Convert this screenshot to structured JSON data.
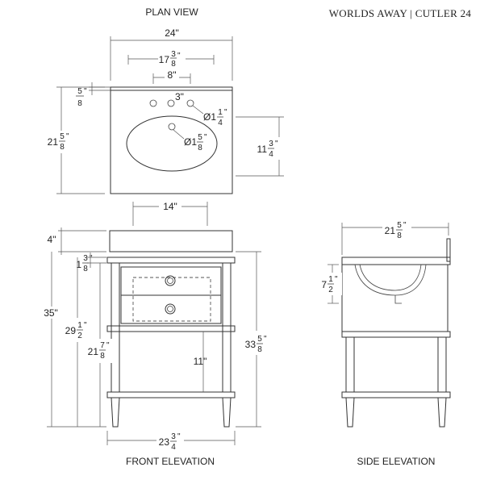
{
  "brand": "WORLDS AWAY | CUTLER 24",
  "views": {
    "plan": "PLAN VIEW",
    "front": "FRONT ELEVATION",
    "side": "SIDE ELEVATION"
  },
  "plan_dims": {
    "width": "24\"",
    "faucet_spread": "17",
    "faucet_spread_num": "3",
    "faucet_spread_den": "8",
    "faucet_spread_unit": "\"",
    "handles": "8\"",
    "faucet_offset": "3\"",
    "top_thick_num": "5",
    "top_thick_den": "8",
    "top_thick_unit": "\"",
    "hole_dia": "Ø1",
    "hole_dia_num": "1",
    "hole_dia_den": "4",
    "hole_dia_unit": "\"",
    "drain_dia": "Ø1",
    "drain_dia_num": "5",
    "drain_dia_den": "8",
    "drain_dia_unit": "\"",
    "depth": "21",
    "depth_num": "5",
    "depth_den": "8",
    "depth_unit": "\"",
    "basin_offset": "11",
    "basin_offset_num": "3",
    "basin_offset_den": "4",
    "basin_offset_unit": "\""
  },
  "front_dims": {
    "basin_width": "14\"",
    "top_height": "4\"",
    "rail_num": "3",
    "rail_den": "8",
    "rail_whole": "1",
    "rail_unit": "\"",
    "overall_height": "35\"",
    "counter_height": "29",
    "counter_num": "1",
    "counter_den": "2",
    "counter_unit": "\"",
    "shelf_to_top": "21",
    "shelf_num": "7",
    "shelf_den": "8",
    "shelf_unit": "\"",
    "clearance": "11\"",
    "cabinet_height": "33",
    "cabinet_num": "5",
    "cabinet_den": "8",
    "cabinet_unit": "\"",
    "base_width": "23",
    "base_num": "3",
    "base_den": "4",
    "base_unit": "\""
  },
  "side_dims": {
    "depth": "21",
    "depth_num": "5",
    "depth_den": "8",
    "depth_unit": "\"",
    "basin_depth": "7",
    "basin_num": "1",
    "basin_den": "2",
    "basin_unit": "\""
  }
}
